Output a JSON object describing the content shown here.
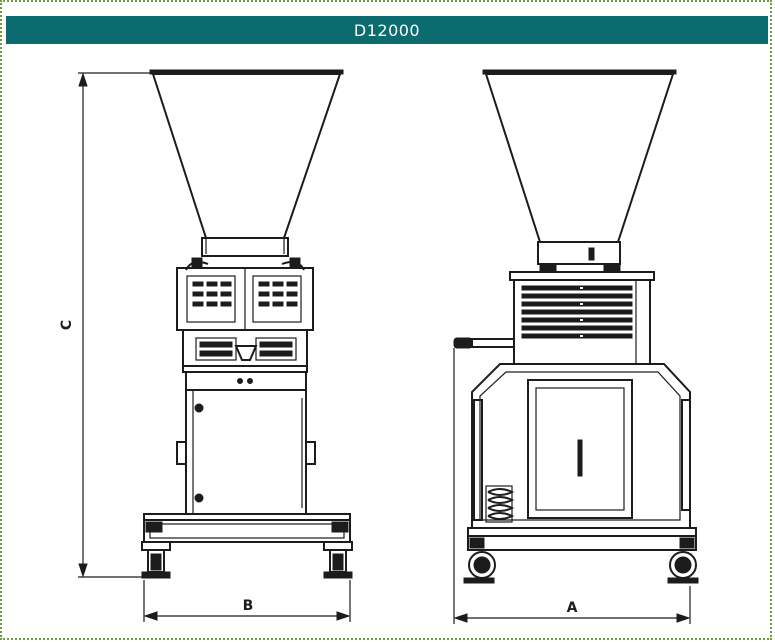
{
  "title": "D12000",
  "dimensions": {
    "height_label": "C",
    "width_label": "B",
    "depth_label": "A"
  },
  "colors": {
    "header_bg": "#0b6b6f",
    "header_text": "#ffffff",
    "frame_border": "#6f9a3a",
    "line": "#1c1c1c"
  }
}
